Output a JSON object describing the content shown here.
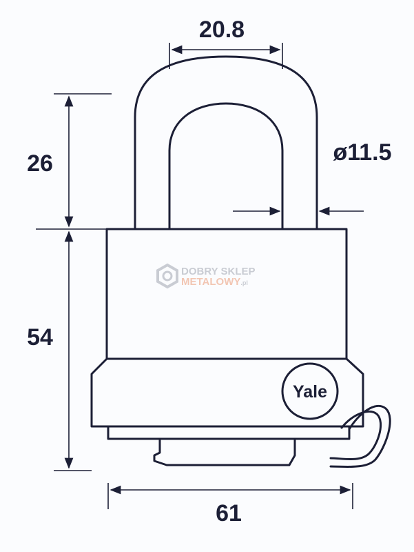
{
  "dimensions": {
    "shackle_inner_width": "20.8",
    "shackle_height": "26",
    "shackle_diameter": "ø11.5",
    "body_height": "54",
    "body_width": "61"
  },
  "brand": {
    "logo_text": "Yale"
  },
  "watermark": {
    "line1": "DOBRY SKLEP",
    "line2": "METALOWY",
    "suffix": ".pl"
  },
  "colors": {
    "ink": "#1c1f36",
    "watermark_grey": "#c9ccd3",
    "watermark_accent": "#f2c6b3"
  }
}
